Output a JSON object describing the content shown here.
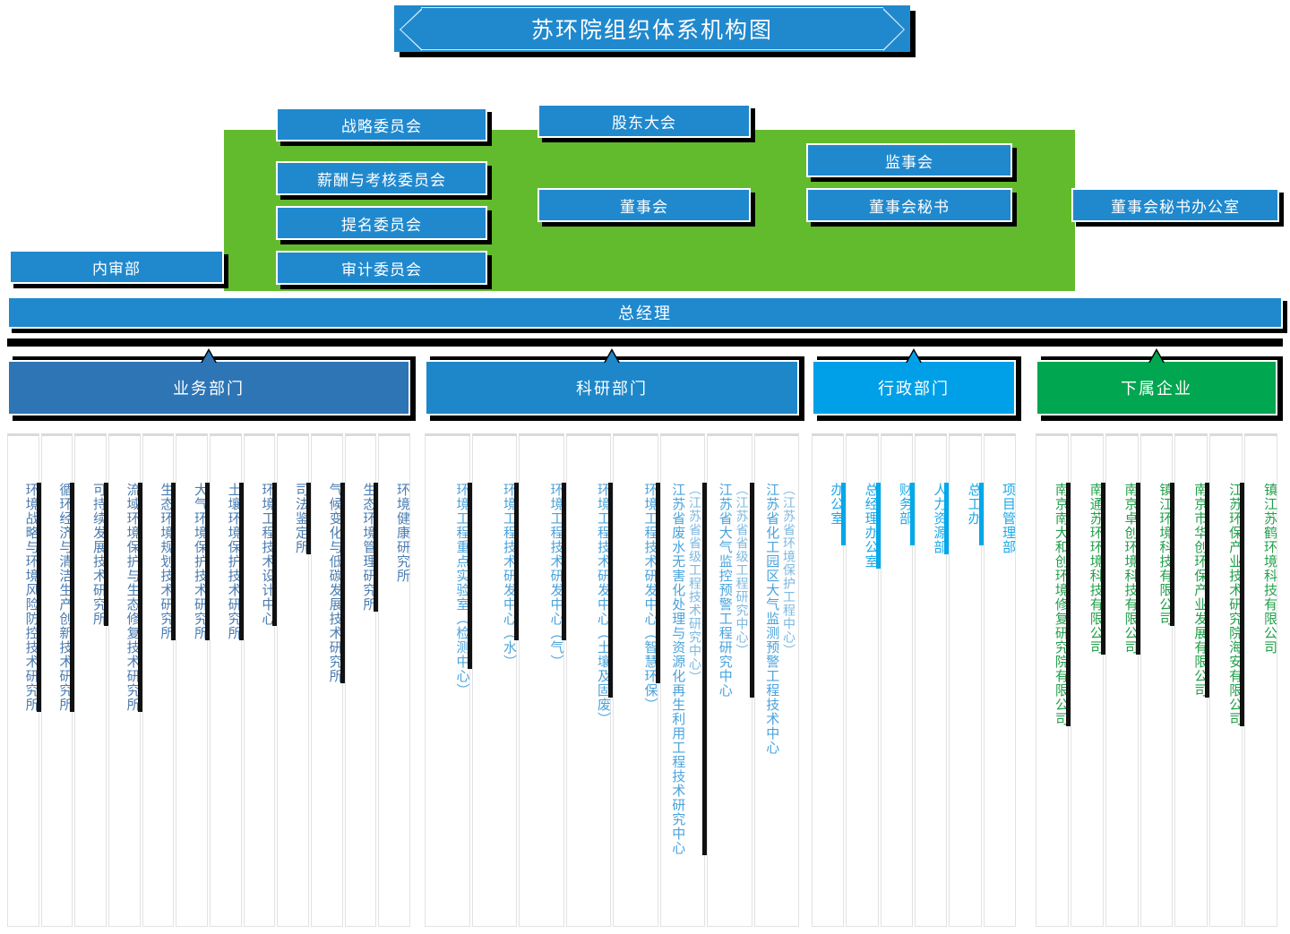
{
  "title": {
    "text": "苏环院组织体系机构图"
  },
  "governance": {
    "shareholders_meeting": "股东大会",
    "board_of_directors": "董事会",
    "supervisory_board": "监事会",
    "board_secretary": "董事会秘书",
    "board_secretary_office": "董事会秘书办公室",
    "internal_audit": "内审部",
    "general_manager": "总经理",
    "committees": [
      "战略委员会",
      "薪酬与考核委员会",
      "提名委员会",
      "审计委员会"
    ]
  },
  "departments": [
    {
      "label": "业务部门",
      "color": "#2e75b6",
      "key": "business"
    },
    {
      "label": "科研部门",
      "color": "#1d87c9",
      "key": "research"
    },
    {
      "label": "行政部门",
      "color": "#00a0e9",
      "key": "admin"
    },
    {
      "label": "下属企业",
      "color": "#00a650",
      "key": "subsidiary"
    }
  ],
  "business_units": [
    "环境战略与环境风险防控技术研究所",
    "循环经济与清洁生产创新技术研究所",
    "可持续发展技术研究所",
    "流域环境保护与生态修复技术研究所",
    "生态环境规划技术研究所",
    "大气环境保护技术研究所",
    "土壤环境保护技术研究所",
    "环境工程技术设计中心",
    "司法鉴定所",
    "气候变化与低碳发展技术研究所",
    "生态环境管理研究所",
    "环境健康研究所"
  ],
  "research_units": [
    {
      "name": "环境工程重点实验室（检测中心）",
      "note": ""
    },
    {
      "name": "环境工程技术研发中心（水）",
      "note": ""
    },
    {
      "name": "环境工程技术研发中心（气）",
      "note": ""
    },
    {
      "name": "环境工程技术研发中心（土壤及固废）",
      "note": ""
    },
    {
      "name": "环境工程技术研发中心（智慧环保）",
      "note": ""
    },
    {
      "name": "江苏省废水无害化处理与资源化再生利用工程技术研究中心",
      "note": "（江苏省省级工程技术研究中心）"
    },
    {
      "name": "江苏省大气监控预警工程研究中心",
      "note": "（江苏省省级工程研究中心）"
    },
    {
      "name": "江苏省化工园区大气监测预警工程技术中心",
      "note": "（江苏省环境保护工程中心）"
    }
  ],
  "admin_units": [
    "办公室",
    "总经理办公室",
    "财务部",
    "人力资源部",
    "总工办",
    "项目管理部"
  ],
  "subsidiary_units": [
    "南京南大和创环境修复研究院有限公司",
    "南通苏环环境科技有限公司",
    "南京卓创环境科技有限公司",
    "镇江环境科技有限公司",
    "南京市华创环保产业发展有限公司",
    "江苏环保产业技术研究院海安有限公司",
    "镇江苏鹤环境科技有限公司"
  ],
  "colors": {
    "node_blue": "#2089ce",
    "band_green": "#62bb2d",
    "shadow": "#000000"
  }
}
